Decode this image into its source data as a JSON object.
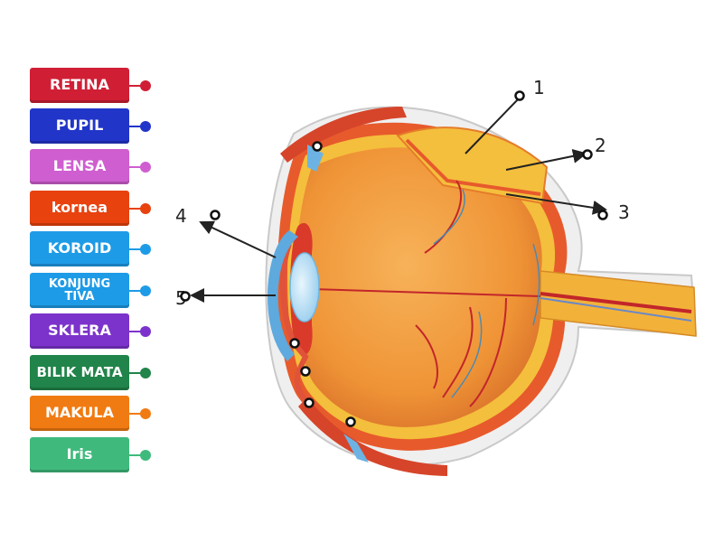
{
  "labels": [
    {
      "text": "RETINA",
      "color": "#d01f35"
    },
    {
      "text": "PUPIL",
      "color": "#2135c9"
    },
    {
      "text": "LENSA",
      "color": "#cf5ed0"
    },
    {
      "text": "kornea",
      "color": "#e8420f"
    },
    {
      "text": "KOROID",
      "color": "#1e9be6"
    },
    {
      "text": "KONJUNG TIVA",
      "color": "#1e9be6"
    },
    {
      "text": "SKLERA",
      "color": "#7c33cc"
    },
    {
      "text": "BILIK MATA",
      "color": "#21844a"
    },
    {
      "text": "MAKULA",
      "color": "#f07b12"
    },
    {
      "text": "Iris",
      "color": "#3fba7c"
    }
  ],
  "diagram": {
    "numbers": [
      "1",
      "2",
      "3",
      "4",
      "5"
    ],
    "colors": {
      "sclera_outer": "#eeeeee",
      "choroid": "#e85b2e",
      "retina": "#f5bc3a",
      "eyeball": "#f09a3e",
      "cornea": "#5ea9dd",
      "lens": "#bfe2f5",
      "nerve": "#f0b13a",
      "muscle": "#d6452a"
    }
  }
}
